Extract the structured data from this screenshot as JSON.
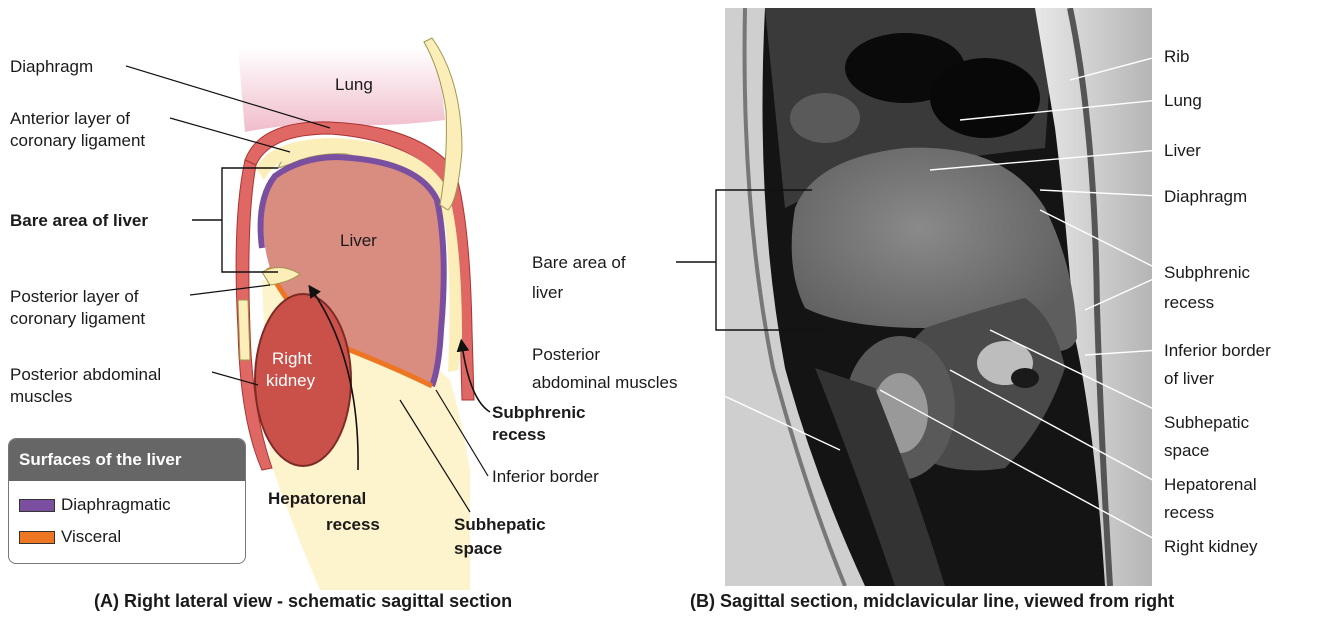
{
  "panel_a": {
    "labels": {
      "diaphragm": "Diaphragm",
      "anterior_layer_1": "Anterior layer of",
      "anterior_layer_2": "coronary ligament",
      "bare_area": "Bare area of liver",
      "posterior_layer_1": "Posterior layer of",
      "posterior_layer_2": "coronary ligament",
      "posterior_muscles_1": "Posterior abdominal",
      "posterior_muscles_2": "muscles",
      "lung": "Lung",
      "liver": "Liver",
      "right_kidney_1": "Right",
      "right_kidney_2": "kidney",
      "subphrenic_1": "Subphrenic",
      "subphrenic_2": "recess",
      "inferior_border": "Inferior border",
      "hepatorenal_1": "Hepatorenal",
      "hepatorenal_2": "recess",
      "subhepatic_1": "Subhepatic",
      "subhepatic_2": "space"
    },
    "legend": {
      "title": "Surfaces of the liver",
      "items": [
        {
          "label": "Diaphragmatic",
          "color": "#7b4fa0"
        },
        {
          "label": "Visceral",
          "color": "#ee7622"
        }
      ]
    },
    "caption": "(A) Right lateral view - schematic sagittal section"
  },
  "panel_b": {
    "labels": {
      "rib": "Rib",
      "lung": "Lung",
      "liver": "Liver",
      "diaphragm": "Diaphragm",
      "subphrenic_1": "Subphrenic",
      "subphrenic_2": "recess",
      "inferior_border_1": "Inferior border",
      "inferior_border_2": "of liver",
      "subhepatic_1": "Subhepatic",
      "subhepatic_2": "space",
      "hepatorenal_1": "Hepatorenal",
      "hepatorenal_2": "recess",
      "right_kidney": "Right kidney",
      "bare_area_1": "Bare area of",
      "bare_area_2": "liver",
      "posterior_muscles_1": "Posterior",
      "posterior_muscles_2": "abdominal muscles"
    },
    "caption": "(B) Sagittal section, midclavicular line, viewed from right"
  },
  "colors": {
    "lung": "#f3c6d3",
    "liver": "#d88a7e",
    "kidney": "#c9514a",
    "peritoneal": "#fbeeb8",
    "diaphragm": "#dd5b57"
  }
}
